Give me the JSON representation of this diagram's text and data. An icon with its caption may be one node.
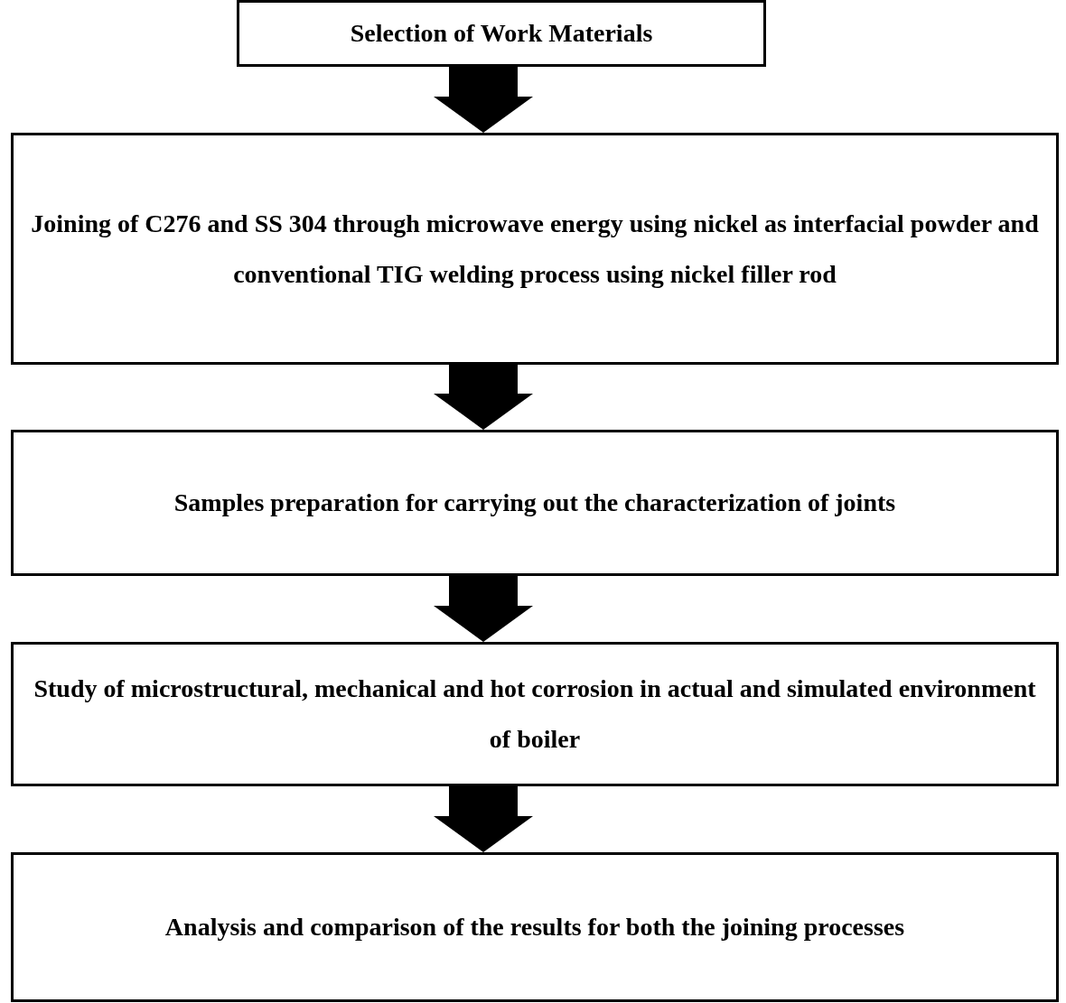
{
  "diagram": {
    "nodes": [
      {
        "text": [
          "Selection of Work Materials"
        ]
      },
      {
        "text": [
          "Joining of C276 and SS 304 through microwave energy using nickel as interfacial powder and conventional TIG welding process using nickel filler rod"
        ]
      },
      {
        "text": [
          "Samples preparation for carrying out the characterization of joints"
        ]
      },
      {
        "text": [
          "Study of microstructural, mechanical and hot corrosion in actual and simulated environment of boiler"
        ]
      },
      {
        "text": [
          "Analysis and comparison of the results for both the joining processes"
        ]
      }
    ],
    "edges": [
      {
        "from": 0,
        "to": 1,
        "arrow": "to"
      },
      {
        "from": 1,
        "to": 2,
        "arrow": "to"
      },
      {
        "from": 2,
        "to": 3,
        "arrow": "to"
      },
      {
        "from": 3,
        "to": 4,
        "arrow": "to"
      }
    ]
  }
}
